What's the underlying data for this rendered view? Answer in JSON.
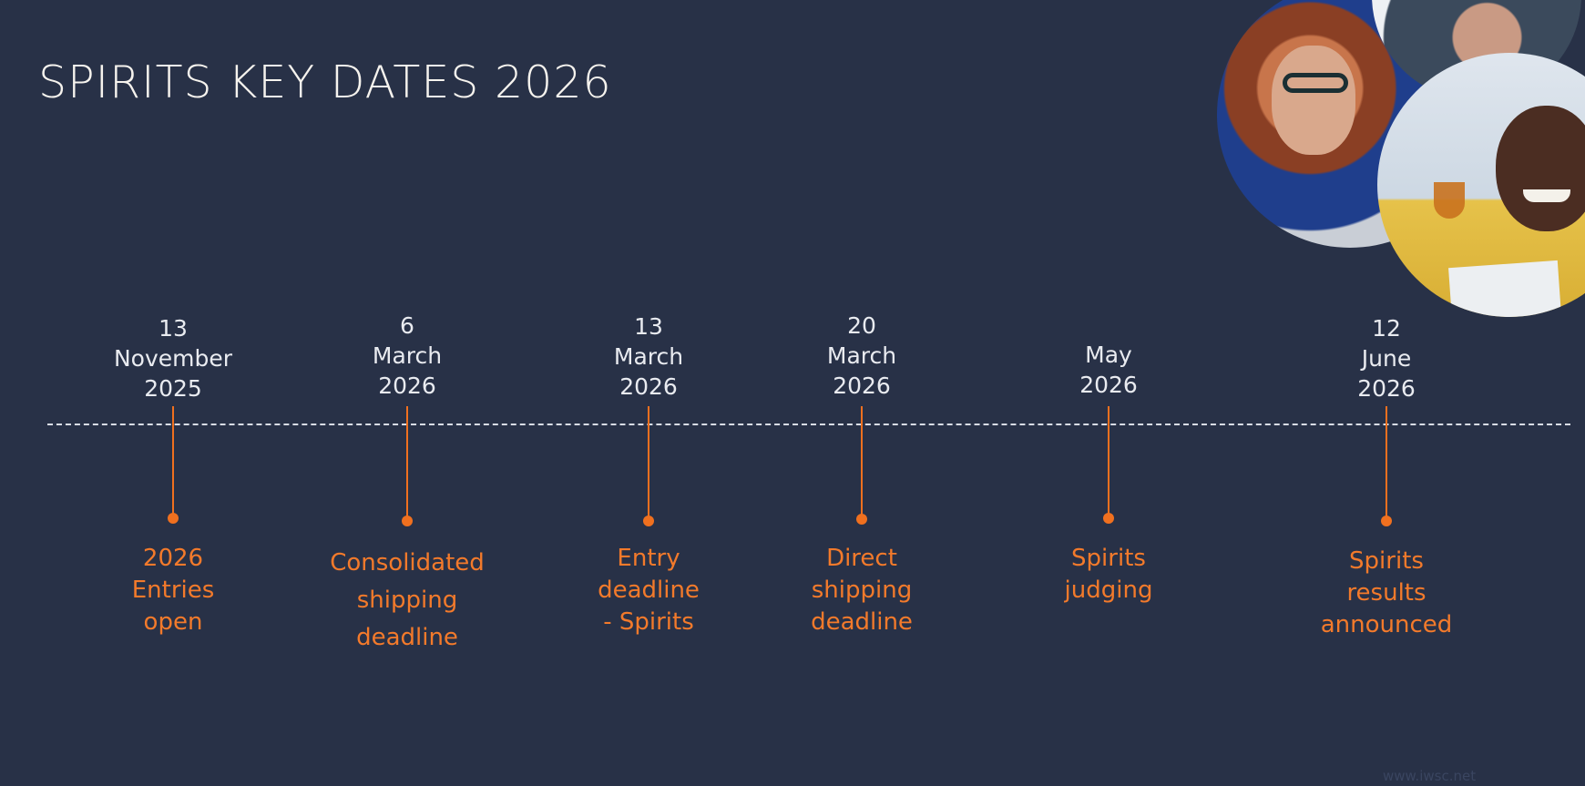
{
  "title": "SPIRITS KEY DATES 2026",
  "colors": {
    "background": "#283147",
    "accent": "#f0701f",
    "text_light": "#e9ebf0",
    "timeline": "#d9dde6"
  },
  "events": [
    {
      "date": [
        "13",
        "November",
        "2025"
      ],
      "label": [
        "2026",
        "Entries",
        "open"
      ]
    },
    {
      "date": [
        "6",
        "March",
        "2026"
      ],
      "label": [
        "Consolidated",
        "shipping",
        "deadline"
      ]
    },
    {
      "date": [
        "13",
        "March",
        "2026"
      ],
      "label": [
        "Entry",
        "deadline",
        "- Spirits"
      ]
    },
    {
      "date": [
        "20",
        "March",
        "2026"
      ],
      "label": [
        "Direct",
        "shipping",
        "deadline"
      ]
    },
    {
      "date": [
        "May",
        "2026"
      ],
      "label": [
        "Spirits",
        "judging"
      ]
    },
    {
      "date": [
        "12",
        "June",
        "2026"
      ],
      "label": [
        "Spirits",
        "results",
        "announced"
      ]
    }
  ],
  "watermark": "www.iwsc.net"
}
